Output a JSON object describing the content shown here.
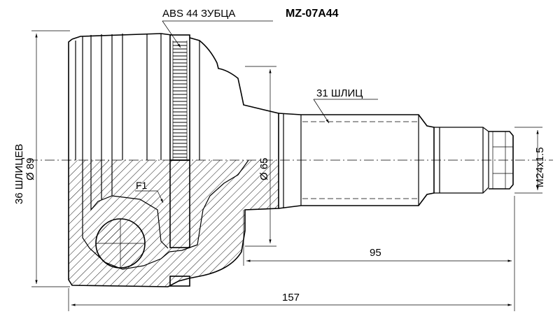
{
  "part_number": "MZ-07A44",
  "abs_label": "ABS 44 ЗУБЦА",
  "splines_outer_label": "31 ШЛИЦ",
  "splines_inner_label": "36 ШЛИЦЕВ",
  "dia_outer_label": "Ø 89",
  "dia_neck_label": "Ø 65",
  "thread_label": "M24x1.5",
  "feature_label": "F1",
  "length_shaft_label": "95",
  "length_total_label": "157"
}
